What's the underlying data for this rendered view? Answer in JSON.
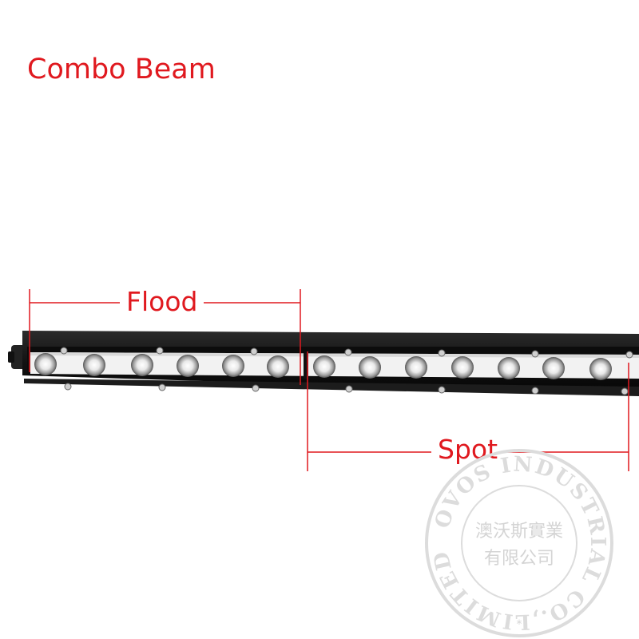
{
  "title": "Combo Beam",
  "labels": {
    "flood": "Flood",
    "spot": "Spot"
  },
  "watermark": {
    "ring_text": "OVOS INDUSTRIAL CO.,LIMITED",
    "line1": "澳沃斯實業",
    "line2": "有限公司",
    "star": "*"
  },
  "colors": {
    "annotation": "#e0191f",
    "bar_body": "#141414",
    "lens_strip": "#f2f2f2",
    "watermark": "#dcdcdc"
  }
}
